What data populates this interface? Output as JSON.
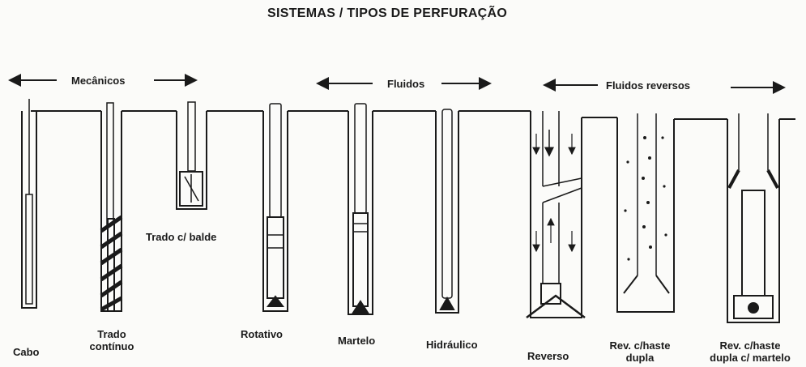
{
  "title": "SISTEMAS / TIPOS DE PERFURAÇÃO",
  "groups": {
    "mechanical": "Mecânicos",
    "fluids": "Fluidos",
    "reverse_fluids": "Fluidos reversos"
  },
  "systems": {
    "cabo": "Cabo",
    "trado_line1": "Trado",
    "trado_line2": "contínuo",
    "balde": "Trado c/ balde",
    "rotativo": "Rotativo",
    "martelo": "Martelo",
    "hidraulico": "Hidráulico",
    "reverso": "Reverso",
    "rev_dupla_line1": "Rev. c/haste",
    "rev_dupla_line2": "dupla",
    "rev_martelo_line1": "Rev. c/haste",
    "rev_martelo_line2": "dupla c/ martelo"
  },
  "colors": {
    "ink": "#1a1a1a",
    "paper": "#fbfbf9"
  }
}
